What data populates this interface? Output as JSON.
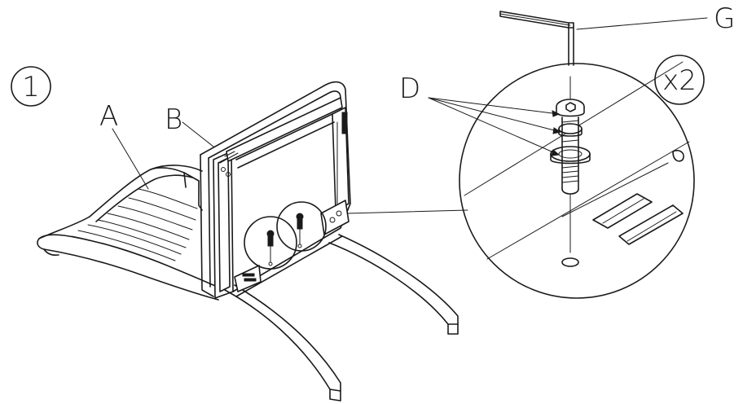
{
  "diagram": {
    "step_number": "1",
    "labels": {
      "part_a": "A",
      "part_b": "B",
      "part_d": "D",
      "part_g": "G",
      "quantity": "x2"
    }
  }
}
